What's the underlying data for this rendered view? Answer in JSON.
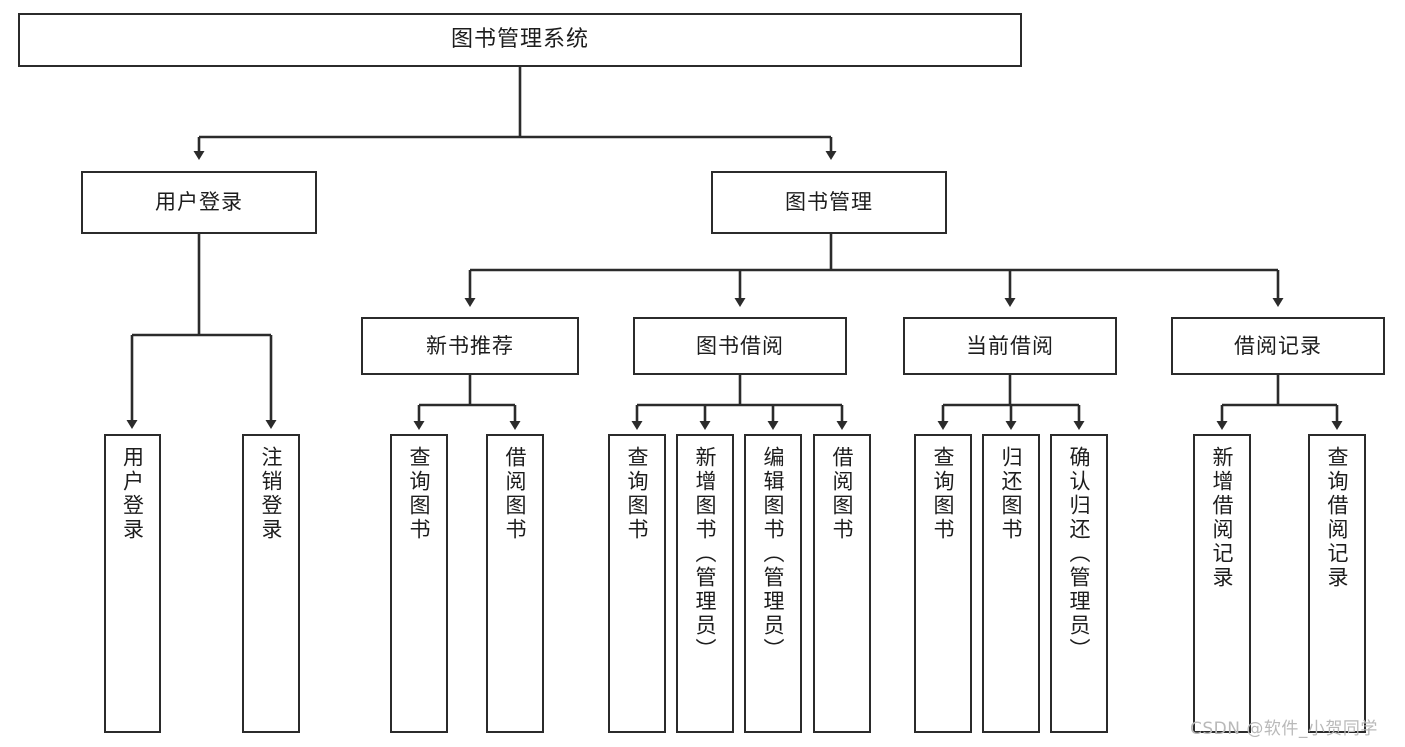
{
  "diagram": {
    "title": "图书管理系统",
    "type": "tree",
    "watermark": "CSDN @软件_小贺同学",
    "colors": {
      "stroke": "#2b2b2b",
      "fill": "#ffffff",
      "text": "#1d1d1d",
      "watermark": "#b9b9b9"
    },
    "nodes": [
      {
        "id": "root",
        "label": "图书管理系统",
        "level": 0,
        "orientation": "horizontal"
      },
      {
        "id": "login",
        "label": "用户登录",
        "level": 1,
        "orientation": "horizontal"
      },
      {
        "id": "bookmgmt",
        "label": "图书管理",
        "level": 1,
        "orientation": "horizontal"
      },
      {
        "id": "newbooks",
        "label": "新书推荐",
        "level": 2,
        "orientation": "horizontal"
      },
      {
        "id": "borrow",
        "label": "图书借阅",
        "level": 2,
        "orientation": "horizontal"
      },
      {
        "id": "current",
        "label": "当前借阅",
        "level": 2,
        "orientation": "horizontal"
      },
      {
        "id": "records",
        "label": "借阅记录",
        "level": 2,
        "orientation": "horizontal"
      },
      {
        "id": "leaf-1",
        "label": "用户登录",
        "level": 3,
        "orientation": "vertical",
        "parent": "login"
      },
      {
        "id": "leaf-2",
        "label": "注销登录",
        "level": 3,
        "orientation": "vertical",
        "parent": "login"
      },
      {
        "id": "leaf-3",
        "label": "查询图书",
        "level": 3,
        "orientation": "vertical",
        "parent": "newbooks"
      },
      {
        "id": "leaf-4",
        "label": "借阅图书",
        "level": 3,
        "orientation": "vertical",
        "parent": "newbooks"
      },
      {
        "id": "leaf-5",
        "label": "查询图书",
        "level": 3,
        "orientation": "vertical",
        "parent": "borrow"
      },
      {
        "id": "leaf-6",
        "label": "新增图书（管理员）",
        "level": 3,
        "orientation": "vertical",
        "parent": "borrow"
      },
      {
        "id": "leaf-7",
        "label": "编辑图书（管理员）",
        "level": 3,
        "orientation": "vertical",
        "parent": "borrow"
      },
      {
        "id": "leaf-8",
        "label": "借阅图书",
        "level": 3,
        "orientation": "vertical",
        "parent": "borrow"
      },
      {
        "id": "leaf-9",
        "label": "查询图书",
        "level": 3,
        "orientation": "vertical",
        "parent": "current"
      },
      {
        "id": "leaf-10",
        "label": "归还图书",
        "level": 3,
        "orientation": "vertical",
        "parent": "current"
      },
      {
        "id": "leaf-11",
        "label": "确认归还（管理员）",
        "level": 3,
        "orientation": "vertical",
        "parent": "current"
      },
      {
        "id": "leaf-12",
        "label": "新增借阅记录",
        "level": 3,
        "orientation": "vertical",
        "parent": "records"
      },
      {
        "id": "leaf-13",
        "label": "查询借阅记录",
        "level": 3,
        "orientation": "vertical",
        "parent": "records"
      }
    ]
  }
}
